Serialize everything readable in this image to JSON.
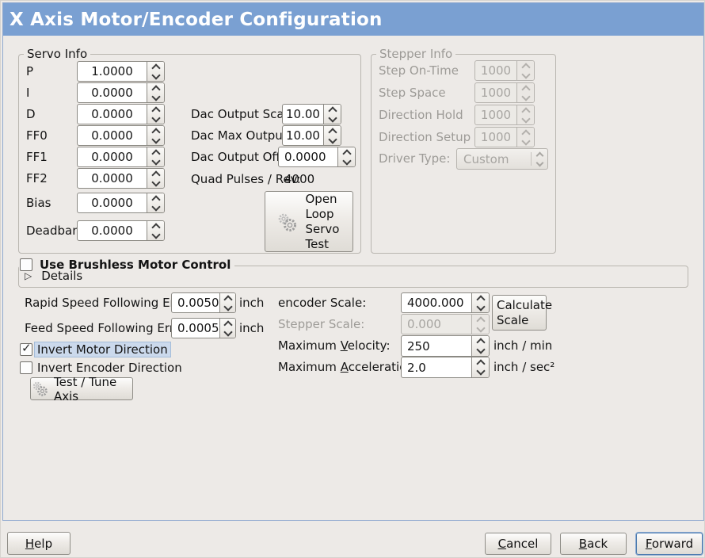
{
  "window": {
    "title": "X Axis Motor/Encoder Configuration"
  },
  "colors": {
    "titlebar": "#7aa0d2",
    "panel_border": "#8fa9cf",
    "background": "#edeae7",
    "selection_highlight": "#cbd9ec",
    "focus_ring": "#4a79ad"
  },
  "icons": {
    "expander_collapsed": "▷",
    "checkmark": "✓",
    "gears": "two-gears",
    "spin_up": "chevron-up",
    "spin_down": "chevron-down"
  },
  "servo_info": {
    "label": "Servo Info",
    "fields": [
      {
        "label": "P",
        "value": "1.0000"
      },
      {
        "label": "I",
        "value": "0.0000"
      },
      {
        "label": "D",
        "value": "0.0000"
      },
      {
        "label": "FF0",
        "value": "0.0000"
      },
      {
        "label": "FF1",
        "value": "0.0000"
      },
      {
        "label": "FF2",
        "value": "0.0000"
      },
      {
        "label": "Bias",
        "value": "0.0000"
      },
      {
        "label": "Deadband",
        "value": "0.0000"
      }
    ],
    "dac": [
      {
        "label": "Dac Output Scale:",
        "value": "10.00"
      },
      {
        "label": "Dac Max Output:",
        "value": "10.00"
      },
      {
        "label": "Dac Output Offset:",
        "value": "0.0000"
      }
    ],
    "quad_label": "Quad Pulses / Rev:",
    "quad_value": "4000",
    "open_loop_button": "Open Loop Servo Test"
  },
  "stepper_info": {
    "label": "Stepper Info",
    "fields": [
      {
        "label": "Step On-Time",
        "value": "1000"
      },
      {
        "label": "Step Space",
        "value": "1000"
      },
      {
        "label": "Direction Hold",
        "value": "1000"
      },
      {
        "label": "Direction Setup",
        "value": "1000"
      }
    ],
    "driver_type_label": "Driver Type:",
    "driver_type_value": "Custom"
  },
  "brushless": {
    "checkbox_label": "Use Brushless Motor Control",
    "details_label": "Details"
  },
  "following_error": {
    "rapid_label": "Rapid Speed Following Error:",
    "rapid_value": "0.0050",
    "rapid_unit": "inch",
    "feed_label": "Feed Speed Following Error:",
    "feed_value": "0.0005",
    "feed_unit": "inch"
  },
  "scaling": {
    "encoder_label": "encoder Scale:",
    "encoder_value": "4000.000",
    "calculate_button": "Calculate Scale",
    "stepper_label": "Stepper Scale:",
    "stepper_value": "0.000",
    "velocity_label": {
      "prefix": "Maximum ",
      "mnemonic": "V",
      "suffix": "elocity:"
    },
    "velocity_value": "250",
    "velocity_unit": "inch / min",
    "accel_label": {
      "prefix": "Maximum ",
      "mnemonic": "A",
      "suffix": "cceleration:"
    },
    "accel_value": "2.0",
    "accel_unit": "inch / sec²"
  },
  "direction": {
    "invert_motor_label": "Invert Motor Direction",
    "invert_encoder_label": "Invert Encoder Direction",
    "test_tune_button": "Test / Tune Axis"
  },
  "footer": {
    "help": {
      "mnemonic": "H",
      "suffix": "elp"
    },
    "cancel": {
      "mnemonic": "C",
      "suffix": "ancel"
    },
    "back": {
      "mnemonic": "B",
      "suffix": "ack"
    },
    "forward": {
      "mnemonic": "F",
      "suffix": "orward"
    }
  }
}
